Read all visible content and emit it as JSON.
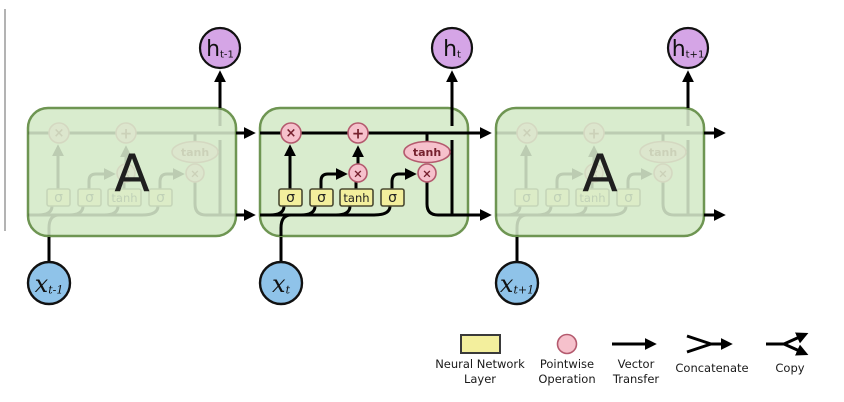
{
  "colors": {
    "cell-fill": "#d9ecce",
    "cell-border": "#6e9552",
    "gate-fill": "#f3ef9d",
    "gate-border": "#4a4a32",
    "op-fill": "#f6c1cc",
    "op-border": "#b45a6e",
    "op-glyph": "#76212e",
    "h-fill": "#d5a5e6",
    "x-fill": "#8fc3e9",
    "node-border": "#111111",
    "line": "#000000",
    "legend-text": "#1a1a1a",
    "gray-line": "#b3b3b3"
  },
  "diagram": {
    "cells": {
      "left": {
        "label": "A",
        "input_main": "x",
        "input_sub": "t-1",
        "output_main": "h",
        "output_sub": "t-1"
      },
      "center": {
        "input_main": "x",
        "input_sub": "t",
        "output_main": "h",
        "output_sub": "t"
      },
      "right": {
        "label": "A",
        "input_main": "x",
        "input_sub": "t+1",
        "output_main": "h",
        "output_sub": "t+1"
      }
    },
    "gates": {
      "gate1": "σ",
      "gate2": "σ",
      "gate3": "tanh",
      "gate4": "σ"
    },
    "ops": {
      "forget_multiply": "×",
      "state_add": "+",
      "input_multiply": "×",
      "state_tanh": "tanh",
      "output_multiply": "×"
    }
  },
  "legend": {
    "items": [
      {
        "name": "neural-network-layer",
        "line1": "Neural Network",
        "line2": "Layer"
      },
      {
        "name": "pointwise-operation",
        "line1": "Pointwise",
        "line2": "Operation"
      },
      {
        "name": "vector-transfer",
        "line1": "Vector",
        "line2": "Transfer"
      },
      {
        "name": "concatenate",
        "line1": "Concatenate",
        "line2": ""
      },
      {
        "name": "copy",
        "line1": "Copy",
        "line2": ""
      }
    ]
  }
}
